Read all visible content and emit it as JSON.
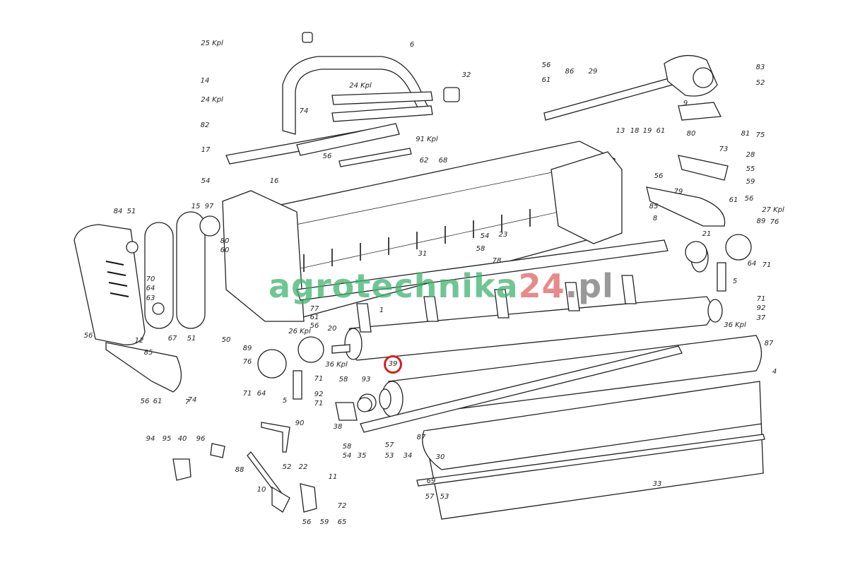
{
  "diagram": {
    "watermark": {
      "part1": "agrotechnika",
      "part2": "24",
      "part3": ".pl"
    },
    "highlight": {
      "label": "39",
      "color": "#d71f1f"
    },
    "labels": [
      "25 Kpl",
      "14",
      "24 Kpl",
      "82",
      "17",
      "54",
      "16",
      "6",
      "32",
      "24 Kpl",
      "74",
      "91 Kpl",
      "56",
      "62",
      "68",
      "56",
      "86",
      "29",
      "61",
      "83",
      "52",
      "9",
      "81",
      "75",
      "73",
      "13",
      "18",
      "19",
      "61",
      "80",
      "28",
      "55",
      "59",
      "79",
      "56",
      "85",
      "8",
      "61",
      "56",
      "27 Kpl",
      "89",
      "76",
      "21",
      "64",
      "71",
      "5",
      "71",
      "92",
      "37",
      "36 Kpl",
      "87",
      "4",
      "33",
      "15",
      "97",
      "80",
      "60",
      "84",
      "51",
      "70",
      "64",
      "63",
      "77",
      "61",
      "56",
      "54",
      "58",
      "23",
      "31",
      "78",
      "1",
      "12",
      "67",
      "51",
      "50",
      "26 Kpl",
      "20",
      "56",
      "85",
      "74",
      "56",
      "61",
      "7",
      "89",
      "76",
      "71",
      "64",
      "5",
      "36 Kpl",
      "93",
      "71",
      "58",
      "92",
      "71",
      "90",
      "38",
      "58",
      "54",
      "35",
      "57",
      "53",
      "34",
      "87",
      "30",
      "94",
      "95",
      "40",
      "96",
      "88",
      "52",
      "22",
      "11",
      "10",
      "72",
      "56",
      "59",
      "65",
      "69",
      "57",
      "53"
    ]
  }
}
